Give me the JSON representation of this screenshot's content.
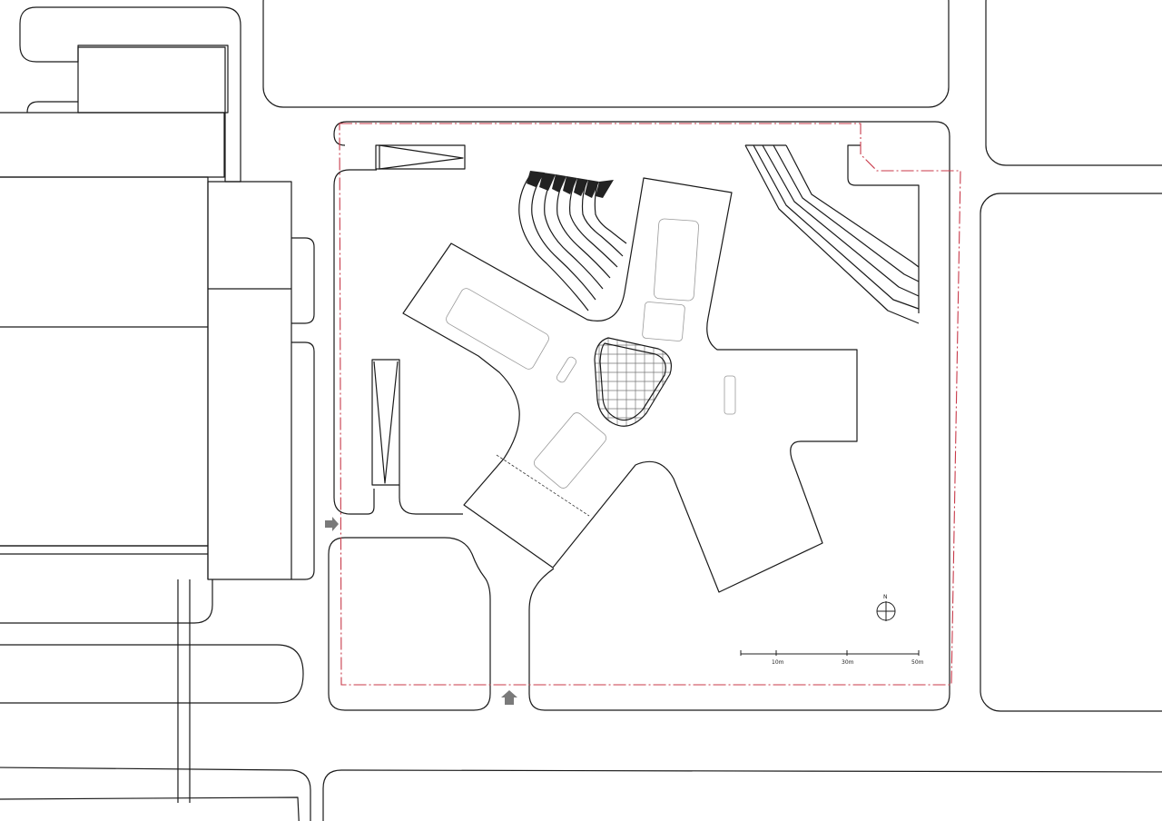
{
  "scale_bar": {
    "labels": [
      "10m",
      "30m",
      "50m"
    ]
  },
  "north_arrow": {
    "label": "N"
  },
  "colors": {
    "linework": "#1a1a1a",
    "site_boundary": "#c83a4a",
    "entry_arrow": "#7a7a7a"
  },
  "entry_arrows": [
    "west-entry-arrow",
    "south-entry-arrow"
  ]
}
